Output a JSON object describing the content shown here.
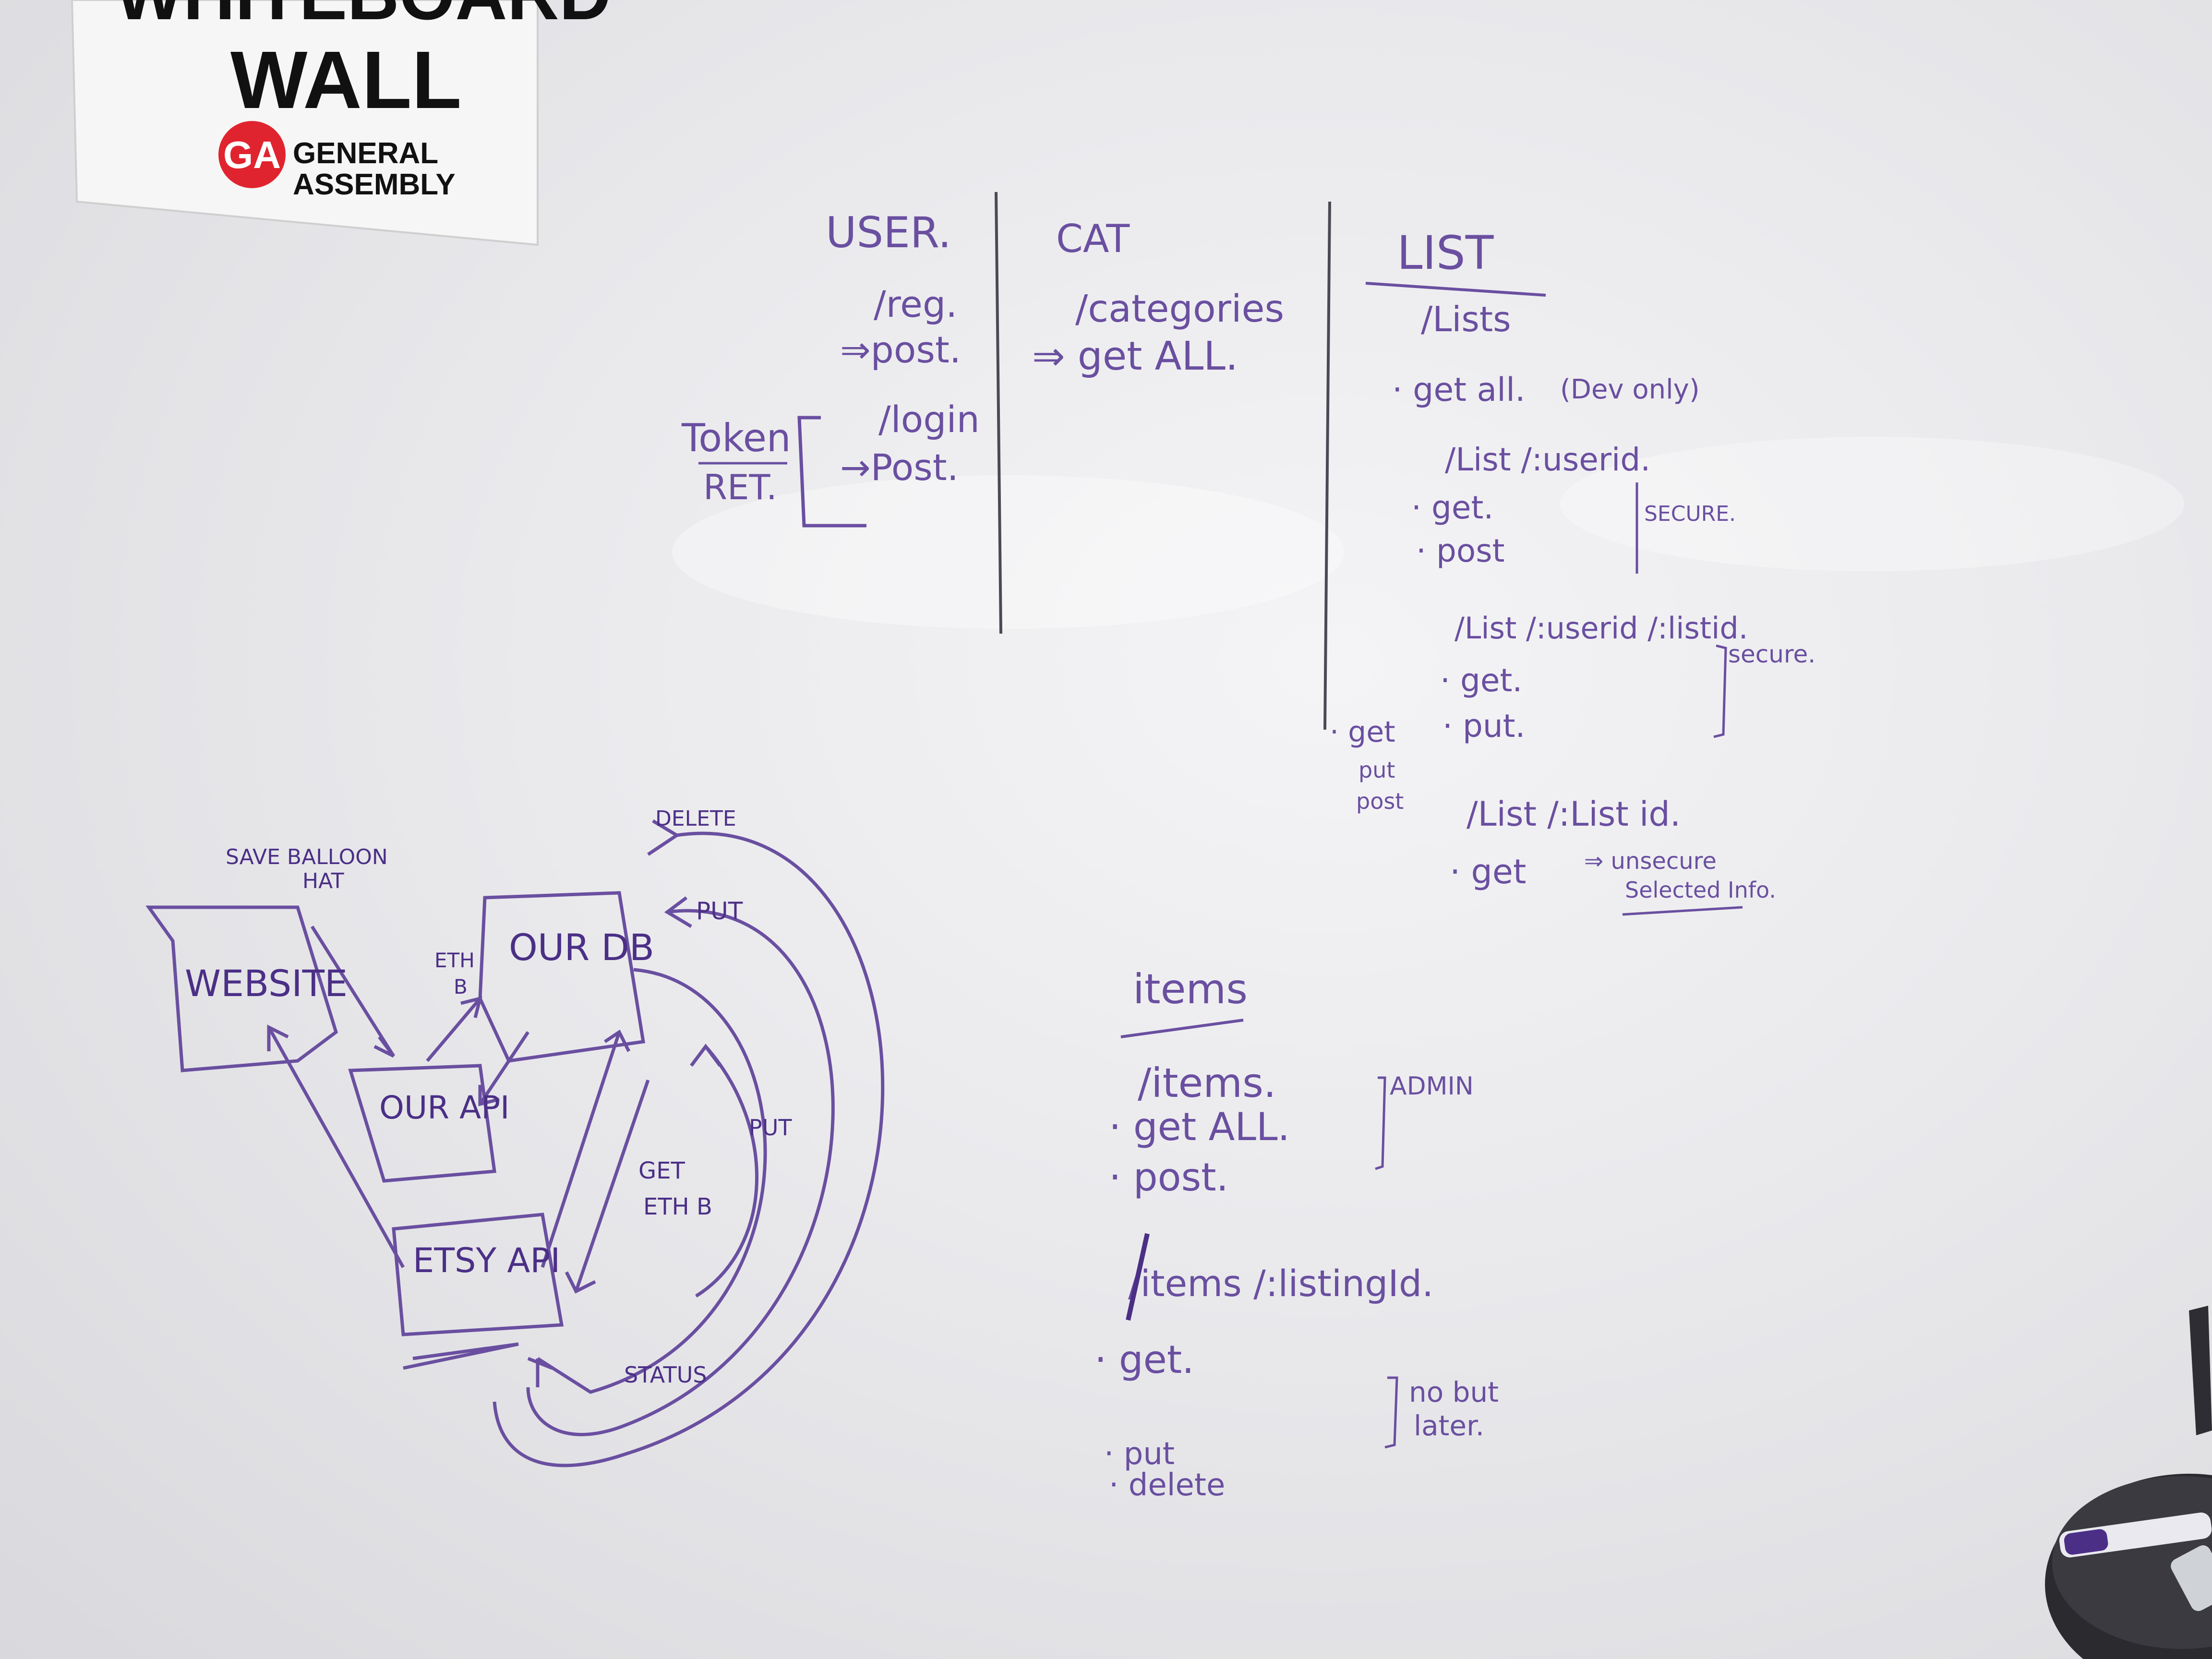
{
  "sign": {
    "title_line1": "WHITEBOARD",
    "title_line2": "WALL",
    "logo_mark": "GA",
    "brand_line1": "GENERAL",
    "brand_line2": "ASSEMBLY",
    "brand_color": "#e0242f"
  },
  "ink_color": "#6a4fa0",
  "user_section": {
    "header": "USER.",
    "reg_route": "/reg.",
    "reg_method": "⇒post.",
    "login_route": "/login",
    "login_method": "→Post.",
    "token_label": "Token",
    "ret_label": "RET."
  },
  "cat_section": {
    "header": "CAT",
    "route": "/categories",
    "method": "⇒ get ALL."
  },
  "list_section": {
    "header": "LIST",
    "route": "/Lists",
    "get_all": "· get all.",
    "dev_only": "(Dev only)",
    "user_route": "/List /:userid.",
    "user_get": "· get.",
    "user_post": "· post",
    "secure_1": "SECURE.",
    "userlist_route": "/List /:userid /:listid.",
    "userlist_get": "· get.",
    "userlist_put": "· put.",
    "secure_2": "secure.",
    "side_get": "· get",
    "side_put": "put",
    "side_post": "post",
    "list_route": "/List /:List id.",
    "list_get": "· get",
    "unsecure": "⇒ unsecure",
    "selected_info": "Selected Info."
  },
  "items_section": {
    "header": "items",
    "route": "/items.",
    "get_all": "· get ALL.",
    "post": "· post.",
    "admin": "ADMIN",
    "listing_route": "/items /:listingId.",
    "get": "· get.",
    "put": "· put",
    "delete": "· delete",
    "no_but": "no but",
    "later": "later."
  },
  "diagram": {
    "website": "WEBSITE",
    "save_balloon": "SAVE BALLOON",
    "hat": "HAT",
    "our_db": "OUR DB",
    "our_api": "OUR API",
    "etsy_api": "ETSY API",
    "eth": "ETH",
    "b_label": "B",
    "delete_label": "DELETE",
    "put_label": "PUT",
    "put_label_2": "PUT",
    "get_eth": "GET",
    "eth_b": "ETH B",
    "status": "STATUS"
  }
}
